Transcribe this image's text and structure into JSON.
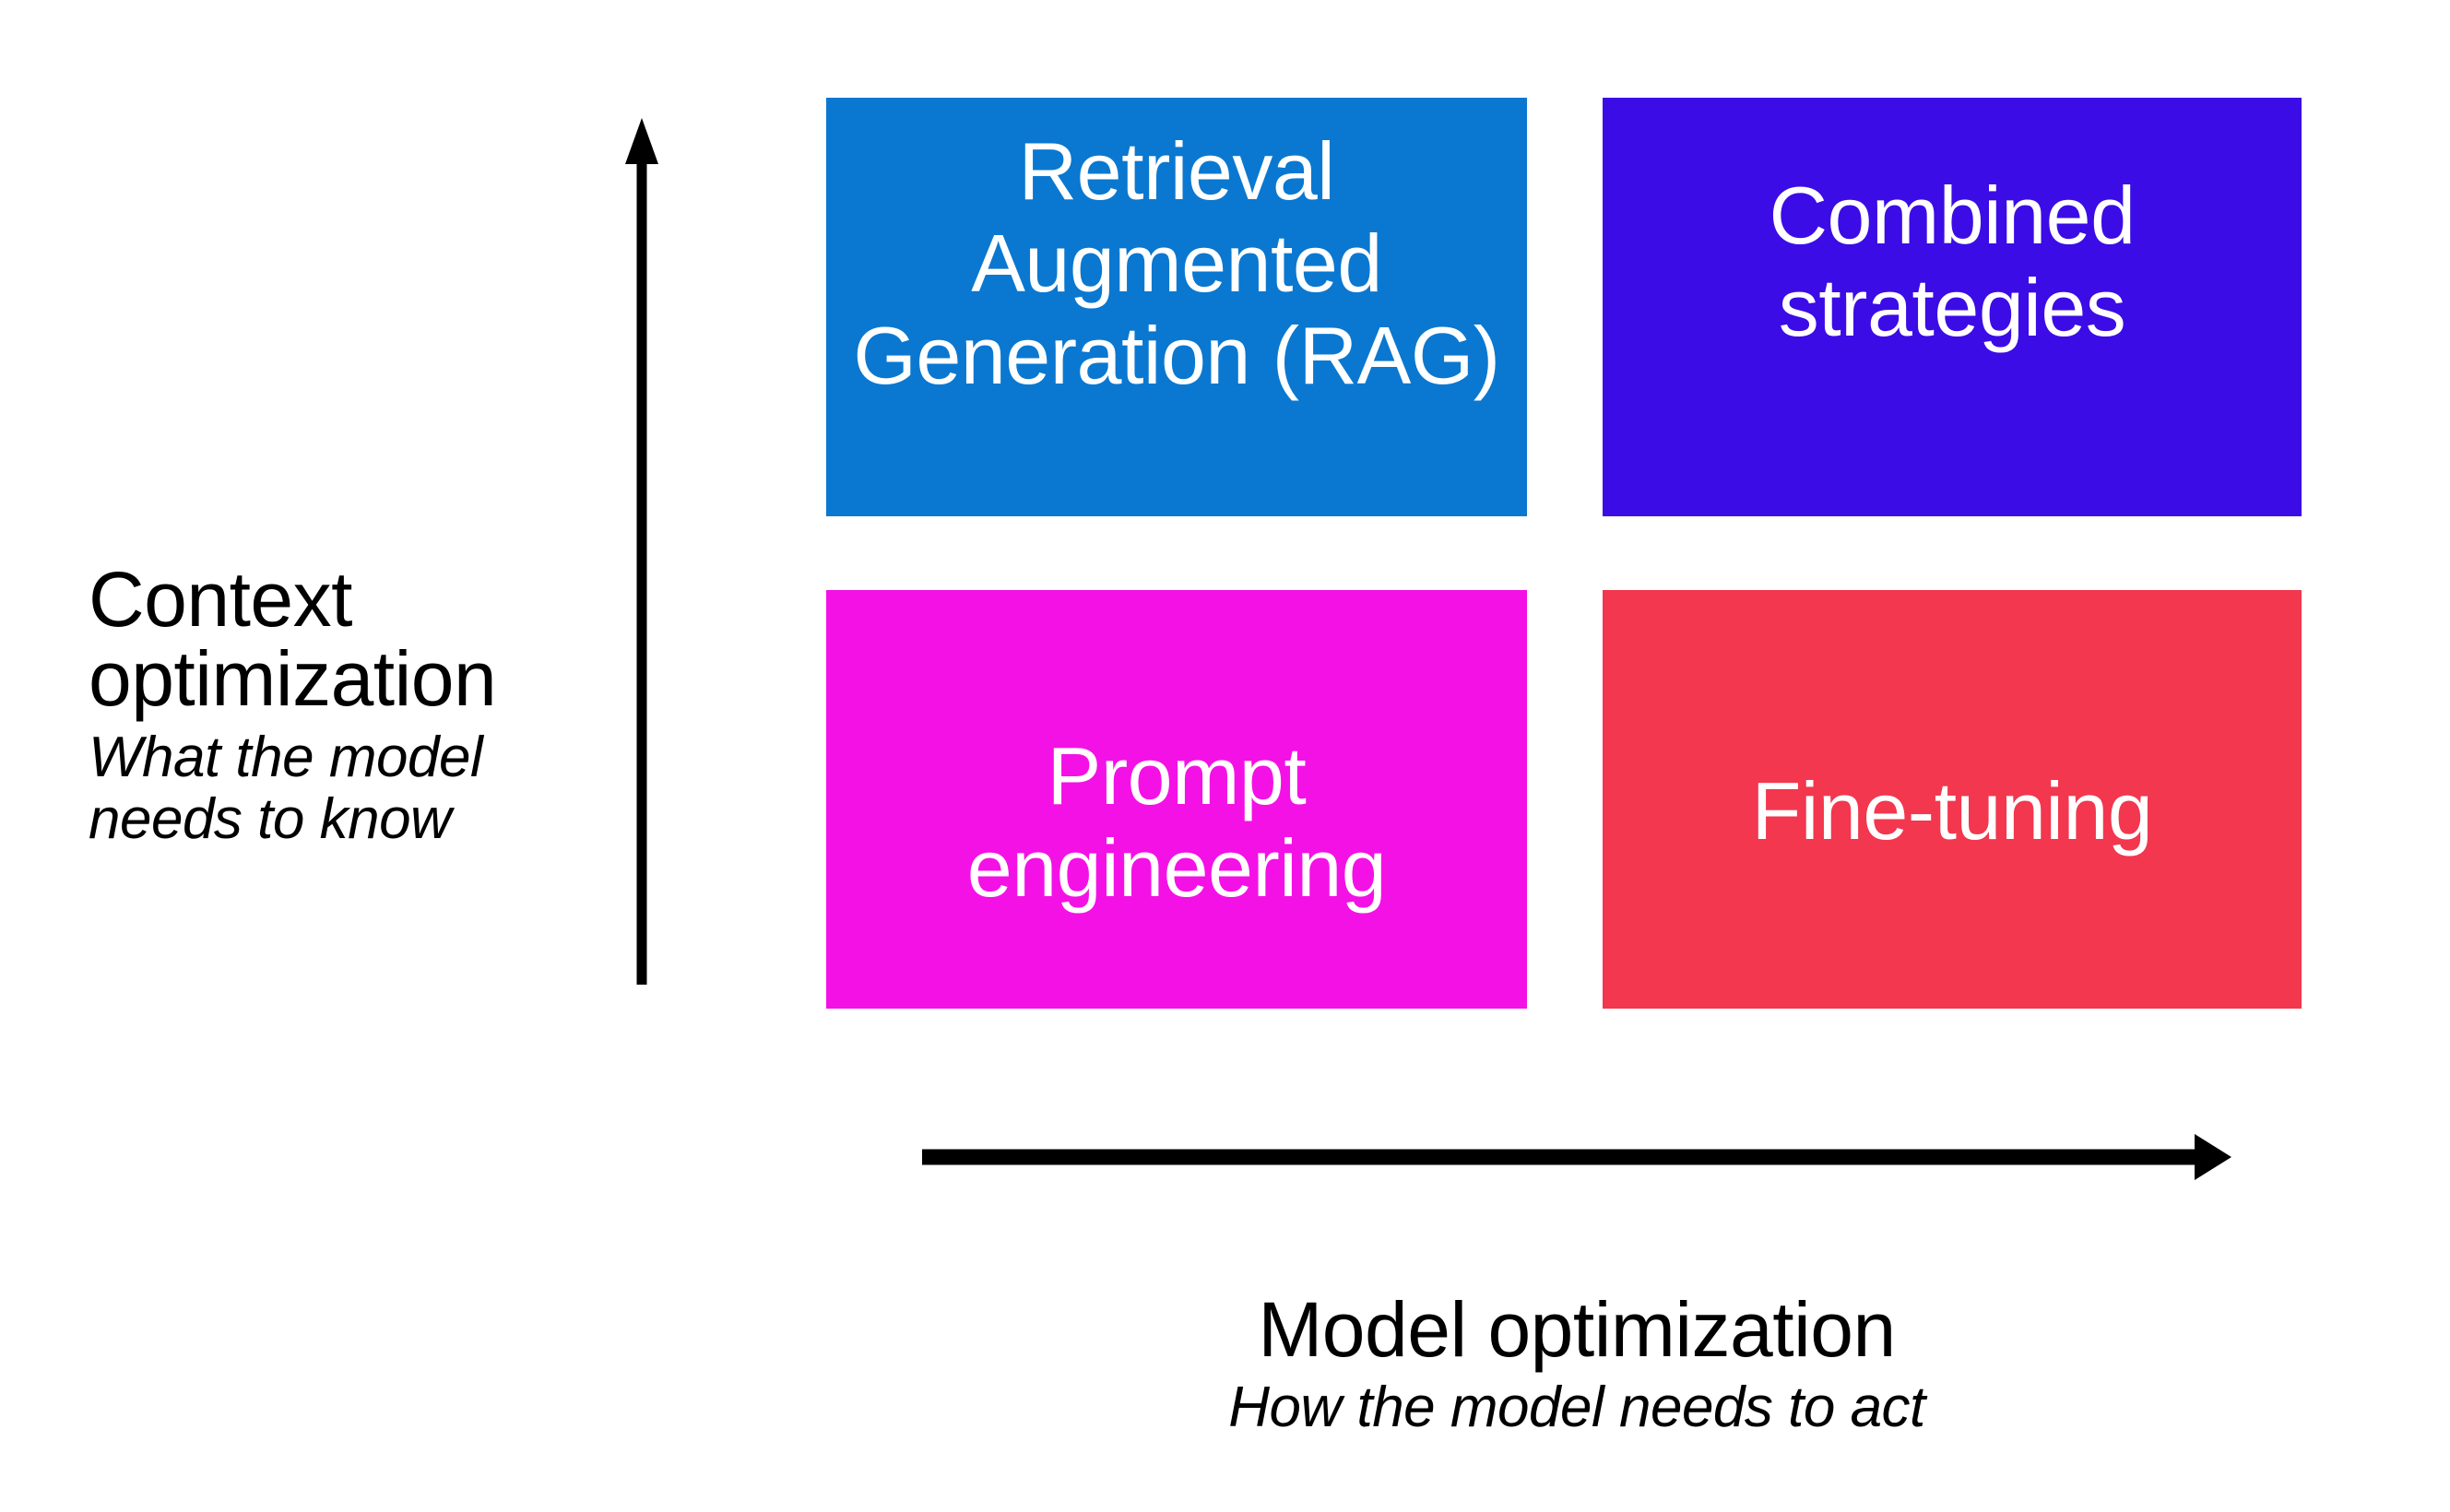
{
  "chart_data": {
    "type": "scatter",
    "title": "",
    "layout": "2x2-quadrant-matrix",
    "xlabel": "Model optimization",
    "xlabel_sub": "How the model needs to act",
    "ylabel": "Context optimization",
    "ylabel_sub": "What the model needs to know",
    "grid": false,
    "legend": "none",
    "x_axis_direction": "increasing-right",
    "y_axis_direction": "increasing-up",
    "quadrants": [
      {
        "id": "retrieval-augmented-generation",
        "label": "Retrieval\nAugmented\nGeneration (RAG)",
        "x": "low",
        "y": "high",
        "color": "#0A78D0"
      },
      {
        "id": "combined-strategies",
        "label": "Combined\nstrategies",
        "x": "high",
        "y": "high",
        "color": "#3B0CE6"
      },
      {
        "id": "prompt-engineering",
        "label": "Prompt\nengineering",
        "x": "low",
        "y": "low",
        "color": "#F411E5"
      },
      {
        "id": "fine-tuning",
        "label": "Fine-tuning",
        "x": "high",
        "y": "low",
        "color": "#F2374E"
      }
    ]
  },
  "diagram": {
    "background": "#FFFFFF",
    "text_color_on_fill": "#FFFFFF",
    "axis_color": "#000000",
    "y_axis": {
      "title": "Context\noptimization",
      "subtitle": "What the model\nneeds to know",
      "arrow": "up-arrow-icon"
    },
    "x_axis": {
      "title": "Model optimization",
      "subtitle": "How the model needs to act",
      "arrow": "right-arrow-icon"
    },
    "boxes": {
      "top_left": {
        "label": "Retrieval\nAugmented\nGeneration (RAG)",
        "color": "#0A78D0"
      },
      "top_right": {
        "label": "Combined\nstrategies",
        "color": "#3B0CE6"
      },
      "bottom_left": {
        "label": "Prompt\nengineering",
        "color": "#F411E5"
      },
      "bottom_right": {
        "label": "Fine-tuning",
        "color": "#F2374E"
      }
    }
  }
}
